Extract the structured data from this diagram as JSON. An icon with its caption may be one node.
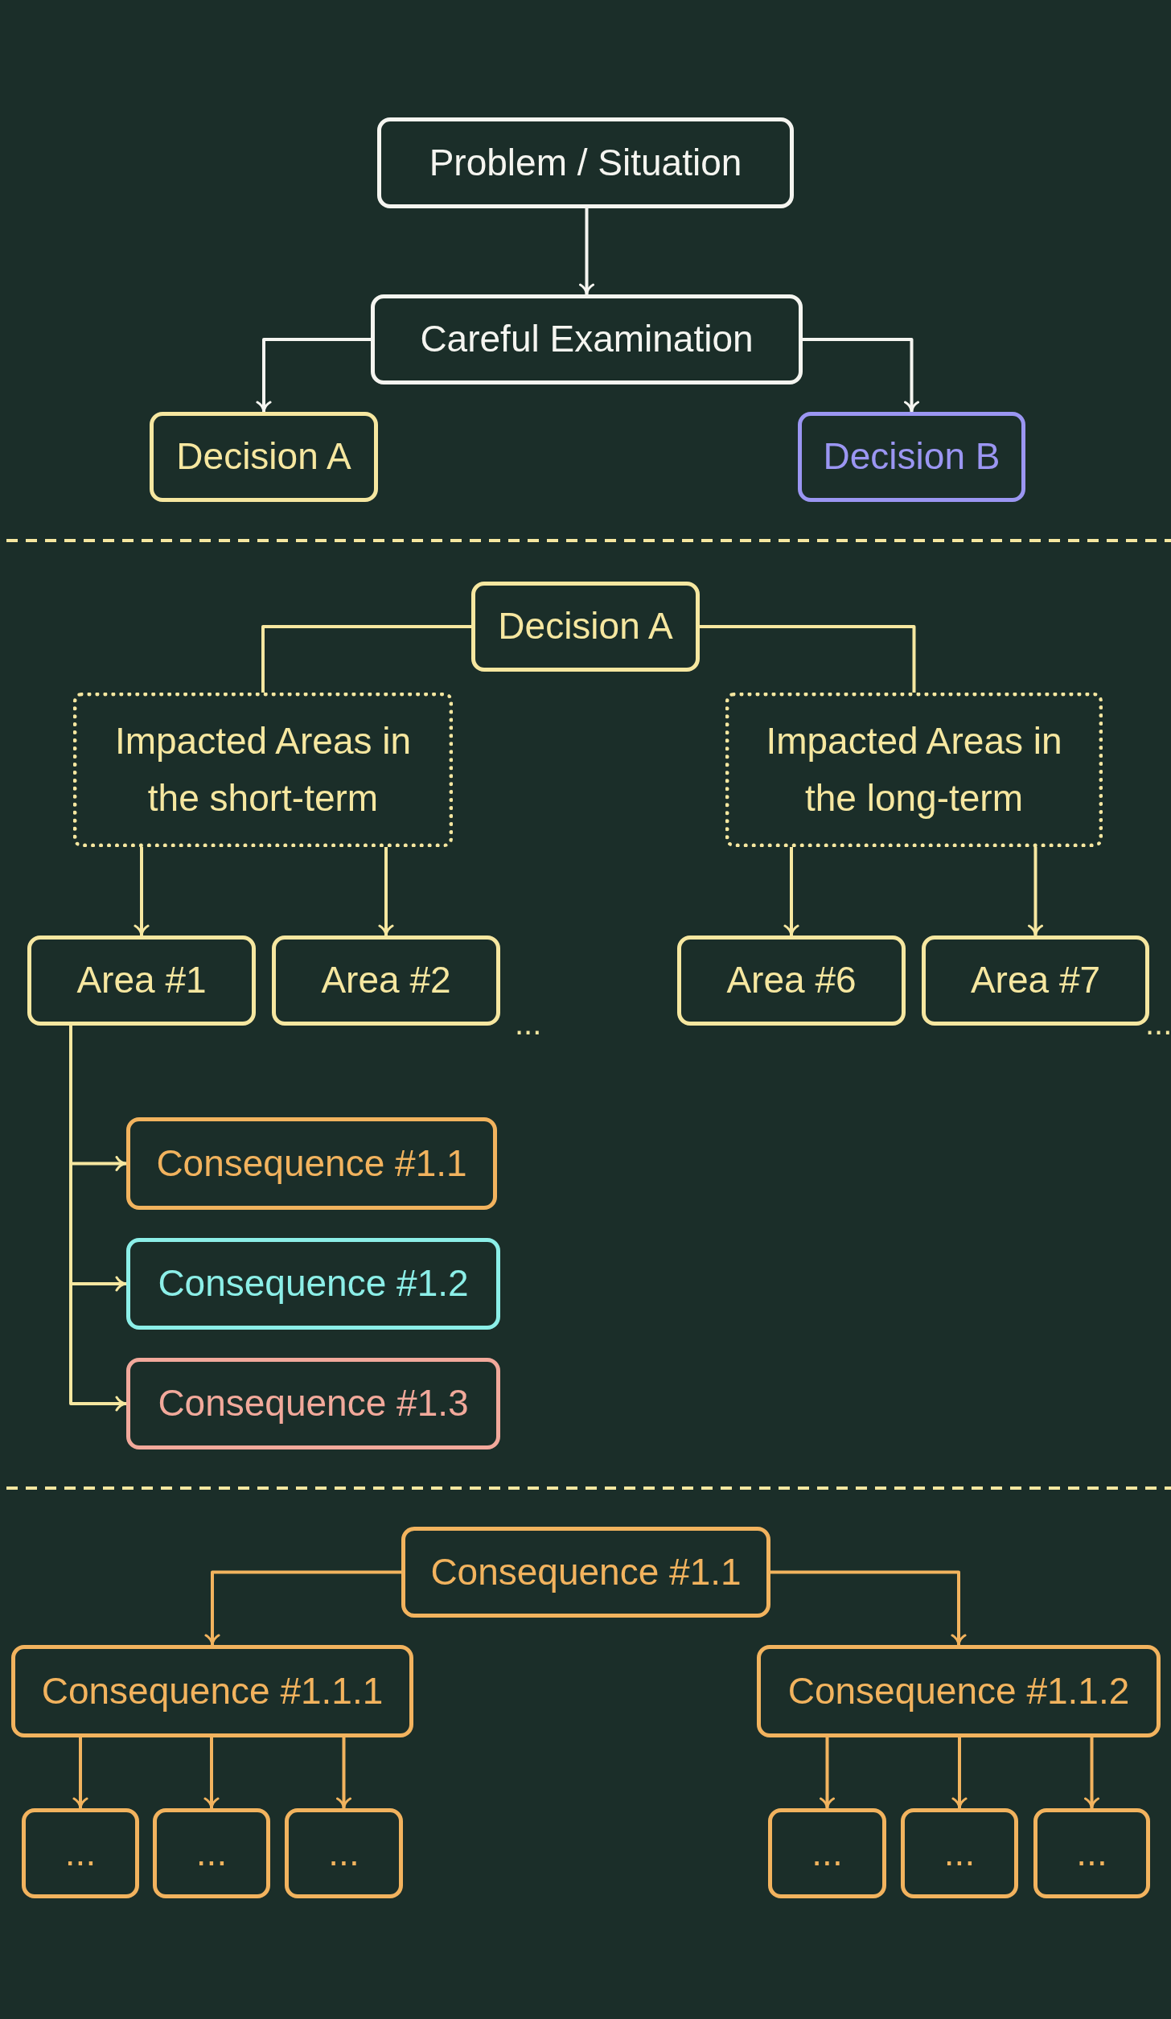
{
  "diagram": {
    "nodes": [
      {
        "text": [
          "Problem / Situation"
        ]
      },
      {
        "text": [
          "Careful Examination"
        ]
      },
      {
        "text": [
          "Decision A"
        ]
      },
      {
        "text": [
          "Decision B"
        ]
      },
      {
        "text": [
          "Decision A"
        ]
      },
      {
        "text": [
          "Impacted Areas in the short-term"
        ]
      },
      {
        "text": [
          "Impacted Areas in the long-term"
        ]
      },
      {
        "text": [
          "Area #1"
        ]
      },
      {
        "text": [
          "Area #2"
        ]
      },
      {
        "text": [
          "Area #6"
        ]
      },
      {
        "text": [
          "Area #7"
        ]
      },
      {
        "text": [
          "Consequence #1.1"
        ]
      },
      {
        "text": [
          "Consequence #1.2"
        ]
      },
      {
        "text": [
          "Consequence #1.3"
        ]
      },
      {
        "text": [
          "Consequence #1.1"
        ]
      },
      {
        "text": [
          "Consequence #1.1.1"
        ]
      },
      {
        "text": [
          "Consequence #1.1.2"
        ]
      },
      {
        "text": [
          "..."
        ]
      },
      {
        "text": [
          "..."
        ]
      },
      {
        "text": [
          "..."
        ]
      },
      {
        "text": [
          "..."
        ]
      },
      {
        "text": [
          "..."
        ]
      },
      {
        "text": [
          "..."
        ]
      }
    ],
    "edges": [
      {
        "from": 0,
        "to": 1,
        "arrow": "to",
        "color": "#f5f5f0"
      },
      {
        "from": 1,
        "to": 2,
        "arrow": "to",
        "color": "#f5f5f0"
      },
      {
        "from": 1,
        "to": 3,
        "arrow": "to",
        "color": "#f5f5f0"
      },
      {
        "from": 4,
        "to": 5,
        "arrow": "none"
      },
      {
        "from": 4,
        "to": 6,
        "arrow": "none"
      },
      {
        "from": 5,
        "to": 7,
        "arrow": "to"
      },
      {
        "from": 5,
        "to": 8,
        "arrow": "to"
      },
      {
        "from": 6,
        "to": 9,
        "arrow": "to"
      },
      {
        "from": 6,
        "to": 10,
        "arrow": "to"
      },
      {
        "from": 7,
        "to": 11,
        "arrow": "to"
      },
      {
        "from": 7,
        "to": 12,
        "arrow": "to"
      },
      {
        "from": 7,
        "to": 13,
        "arrow": "to"
      },
      {
        "from": 14,
        "to": 15,
        "arrow": "to",
        "color": "#f2b35e"
      },
      {
        "from": 14,
        "to": 16,
        "arrow": "to",
        "color": "#f2b35e"
      },
      {
        "from": 15,
        "to": 17,
        "arrow": "to",
        "color": "#f2b35e"
      },
      {
        "from": 15,
        "to": 18,
        "arrow": "to",
        "color": "#f2b35e"
      },
      {
        "from": 15,
        "to": 19,
        "arrow": "to",
        "color": "#f2b35e"
      },
      {
        "from": 16,
        "to": 20,
        "arrow": "to",
        "color": "#f2b35e"
      },
      {
        "from": 16,
        "to": 21,
        "arrow": "to",
        "color": "#f2b35e"
      },
      {
        "from": 16,
        "to": 22,
        "arrow": "to",
        "color": "#f2b35e"
      }
    ],
    "labels": [
      "...",
      "..."
    ]
  }
}
